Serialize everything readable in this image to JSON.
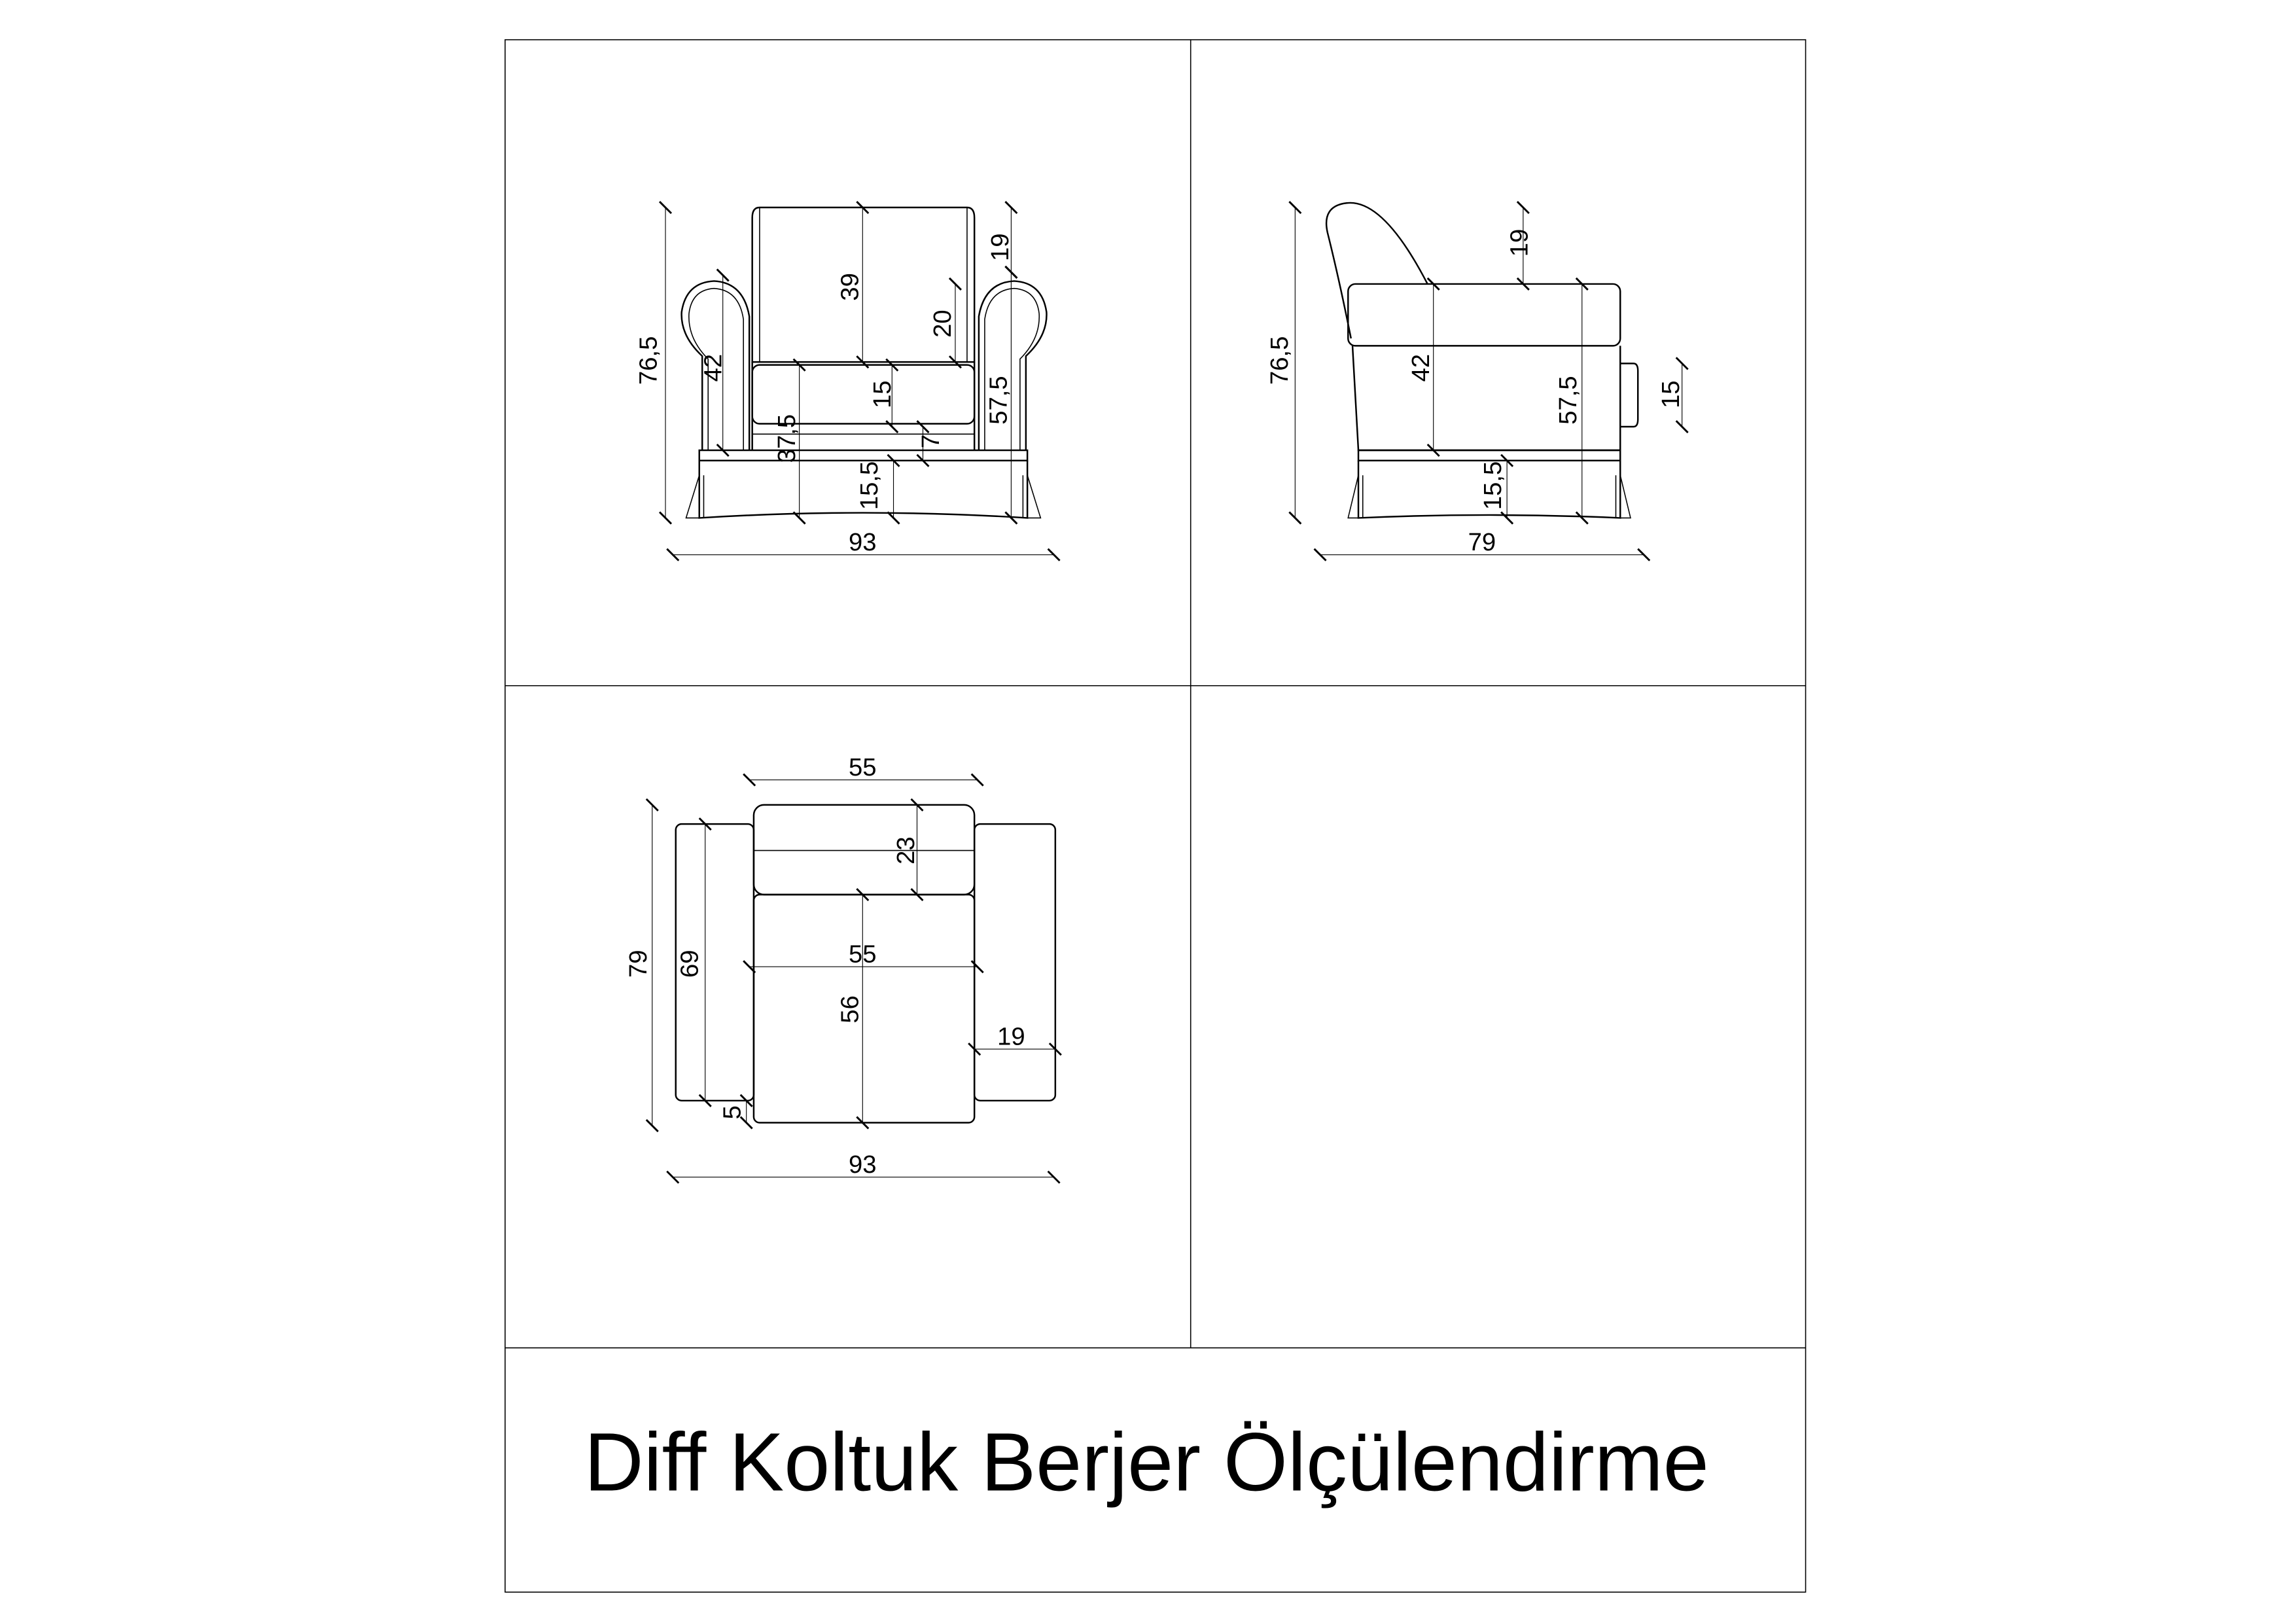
{
  "title": "Diff Koltuk Berjer Ölçülendirme",
  "front_view": {
    "total_height": "76,5",
    "total_width": "93",
    "back_height": "39",
    "back_top_to_arm": "19",
    "back_visible": "20",
    "arm_height": "42",
    "cushion_height": "15",
    "arm_top_height": "57,5",
    "seat_height": "37,5",
    "seat_base": "7",
    "skirt_height": "15,5"
  },
  "side_view": {
    "total_height": "76,5",
    "total_depth": "79",
    "back_top_to_arm": "19",
    "arm_height": "42",
    "arm_top_height": "57,5",
    "pillow": "15",
    "skirt_height": "15,5"
  },
  "top_view": {
    "back_width": "55",
    "back_depth": "23",
    "seat_width": "55",
    "seat_depth": "56",
    "arm_depth": "69",
    "total_depth": "79",
    "arm_width": "19",
    "offset": "5",
    "total_width": "93"
  }
}
